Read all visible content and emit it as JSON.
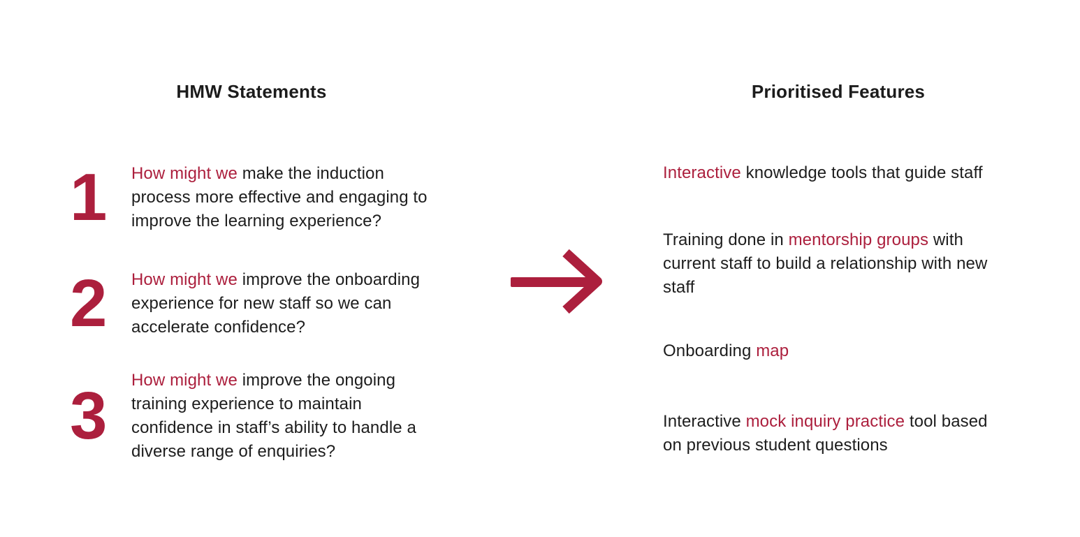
{
  "colors": {
    "accent": "#AC1F3D",
    "text": "#1d1d1d",
    "background": "#ffffff"
  },
  "left": {
    "title": "HMW Statements",
    "statements": [
      {
        "number": "1",
        "segments": [
          {
            "text": "How might we ",
            "accent": true
          },
          {
            "text": "make the induction\nprocess more effective and engaging to\nimprove the learning experience?",
            "accent": false
          }
        ]
      },
      {
        "number": "2",
        "segments": [
          {
            "text": "How might we ",
            "accent": true
          },
          {
            "text": "improve the onboarding\nexperience for new staff so we can\naccelerate confidence?",
            "accent": false
          }
        ]
      },
      {
        "number": "3",
        "segments": [
          {
            "text": "How might we ",
            "accent": true
          },
          {
            "text": "improve the ongoing\ntraining experience to maintain\nconfidence in staff’s ability to handle a\ndiverse range of enquiries?",
            "accent": false
          }
        ]
      }
    ]
  },
  "arrow": {
    "direction": "right",
    "color": "#AC1F3D"
  },
  "right": {
    "title": "Prioritised Features",
    "features": [
      {
        "segments": [
          {
            "text": "Interactive",
            "accent": true
          },
          {
            "text": " knowledge tools that guide staff",
            "accent": false
          }
        ]
      },
      {
        "segments": [
          {
            "text": "Training done in ",
            "accent": false
          },
          {
            "text": "mentorship groups",
            "accent": true
          },
          {
            "text": " with\ncurrent staff to build a relationship with new\nstaff",
            "accent": false
          }
        ]
      },
      {
        "segments": [
          {
            "text": "Onboarding ",
            "accent": false
          },
          {
            "text": "map",
            "accent": true
          }
        ]
      },
      {
        "segments": [
          {
            "text": "Interactive ",
            "accent": false
          },
          {
            "text": "mock inquiry practice",
            "accent": true
          },
          {
            "text": " tool based\non previous student questions",
            "accent": false
          }
        ]
      }
    ]
  }
}
